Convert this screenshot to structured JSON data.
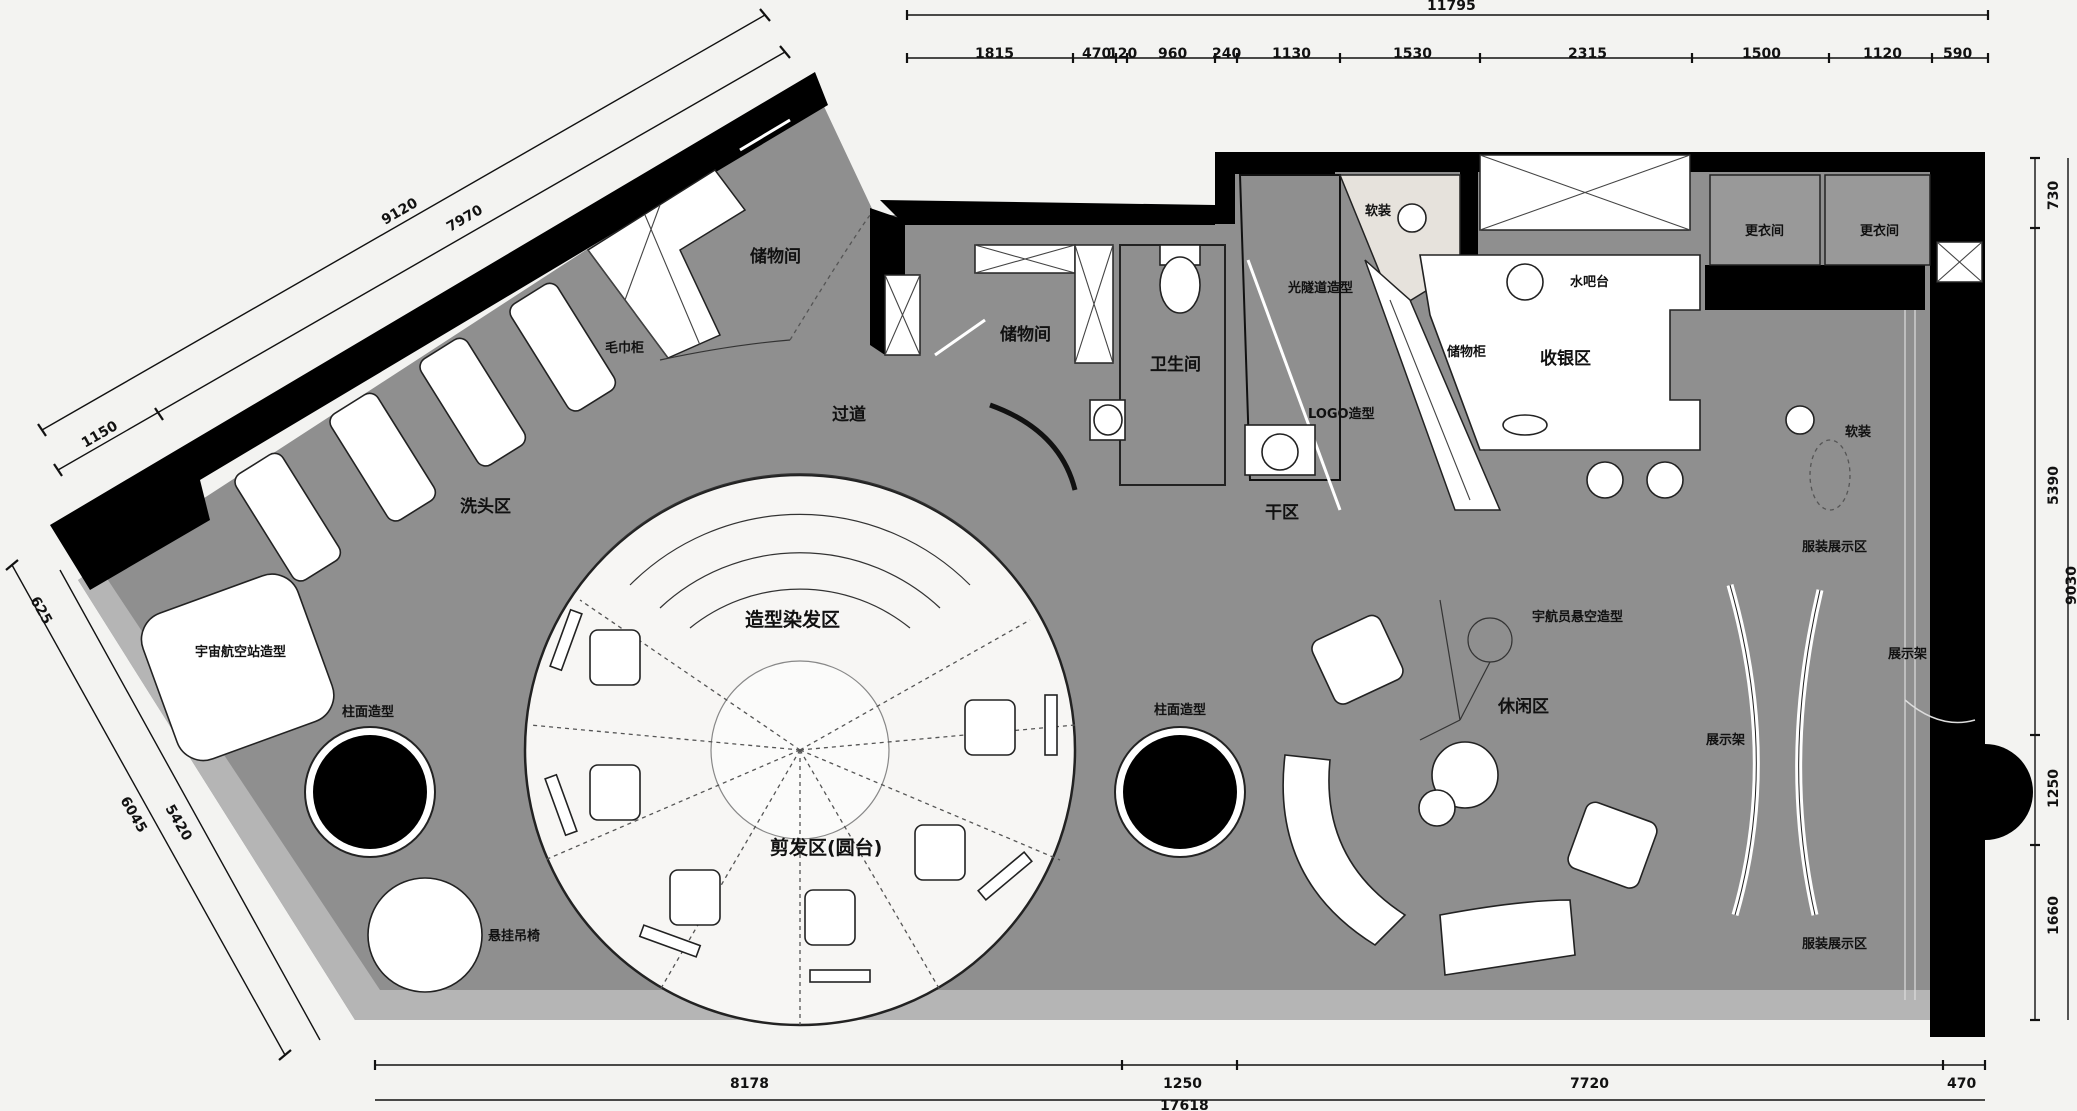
{
  "plan": {
    "labels": {
      "storage1": "储物间",
      "storage2": "储物间",
      "corridor": "过道",
      "restroom": "卫生间",
      "dry_area": "干区",
      "wash_area": "洗头区",
      "towel_cabinet": "毛巾柜",
      "space_station": "宇宙航空站造型",
      "column_left": "柱面造型",
      "column_mid": "柱面造型",
      "hanging_chair": "悬挂吊椅",
      "styling_zone": "造型染发区",
      "cutting_zone": "剪发区(圆台)",
      "tunnel": "光隧道造型",
      "logo": "LOGO造型",
      "soft_deco1": "软装",
      "soft_deco2": "软装",
      "storage_cabinet": "储物柜",
      "cashier": "收银区",
      "water_bar": "水吧台",
      "fitting1": "更衣间",
      "fitting2": "更衣间",
      "astronaut": "宇航员悬空造型",
      "lounge": "休闲区",
      "clothing_display_top": "服装展示区",
      "clothing_display_bottom": "服装展示区",
      "display_rack1": "展示架",
      "display_rack2": "展示架"
    },
    "dims": {
      "top_total": "11795",
      "top": [
        "1815",
        "470",
        "120",
        "960",
        "240",
        "1130",
        "1530",
        "2315",
        "1500",
        "1120",
        "590"
      ],
      "bottom": [
        "8178",
        "1250",
        "7720",
        "470"
      ],
      "bottom_total": "17618",
      "right": [
        "730",
        "5390",
        "1250",
        "1660"
      ],
      "right_total": "9030",
      "diag_top": [
        "9120",
        "7970"
      ],
      "diag_left_top": "1150",
      "left": [
        "625",
        "6045",
        "5420"
      ]
    }
  }
}
